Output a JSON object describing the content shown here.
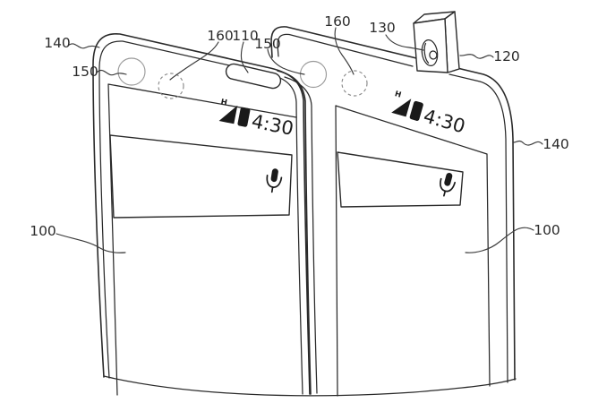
{
  "colors": {
    "background": "#ffffff",
    "line": "#2a2a2a",
    "annotation": "#2b2b2b",
    "status_icons": "#1a1a1a",
    "camera_circle_solid": "#9a9a9a",
    "camera_circle_dashed": "#8a8a8a"
  },
  "status_bar": {
    "network": "H",
    "time": "4:30"
  },
  "labels": {
    "body_left": "100",
    "body_right": "100",
    "speaker": "110",
    "popup_module": "120",
    "popup_lens": "130",
    "frame_left": "140",
    "frame_right": "140",
    "camera_left": "150",
    "camera_right": "150",
    "sensor_left": "160",
    "sensor_right": "160"
  }
}
